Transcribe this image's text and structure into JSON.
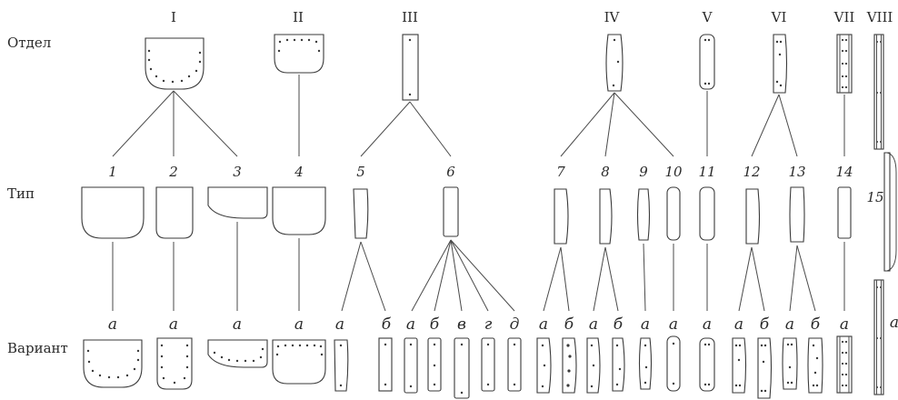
{
  "row_labels": {
    "otdel": "Отдел",
    "tip": "Тип",
    "variant": "Вариант"
  },
  "departments": [
    "I",
    "II",
    "III",
    "IV",
    "V",
    "VI",
    "VII",
    "VIII"
  ],
  "types": [
    "1",
    "2",
    "3",
    "4",
    "5",
    "6",
    "7",
    "8",
    "9",
    "10",
    "11",
    "12",
    "13",
    "14",
    "15"
  ],
  "variants": {
    "t1": "а",
    "t2": "а",
    "t3": "а",
    "t4": "а",
    "t5a": "а",
    "t5b": "б",
    "t6a": "а",
    "t6b": "б",
    "t6c": "в",
    "t6d": "г",
    "t6e": "д",
    "t7a": "а",
    "t7b": "б",
    "t8a": "а",
    "t8b": "б",
    "t9": "а",
    "t10": "а",
    "t11": "а",
    "t12a": "а",
    "t12b": "б",
    "t13a": "а",
    "t13b": "б",
    "t14": "а",
    "t15": "а"
  }
}
